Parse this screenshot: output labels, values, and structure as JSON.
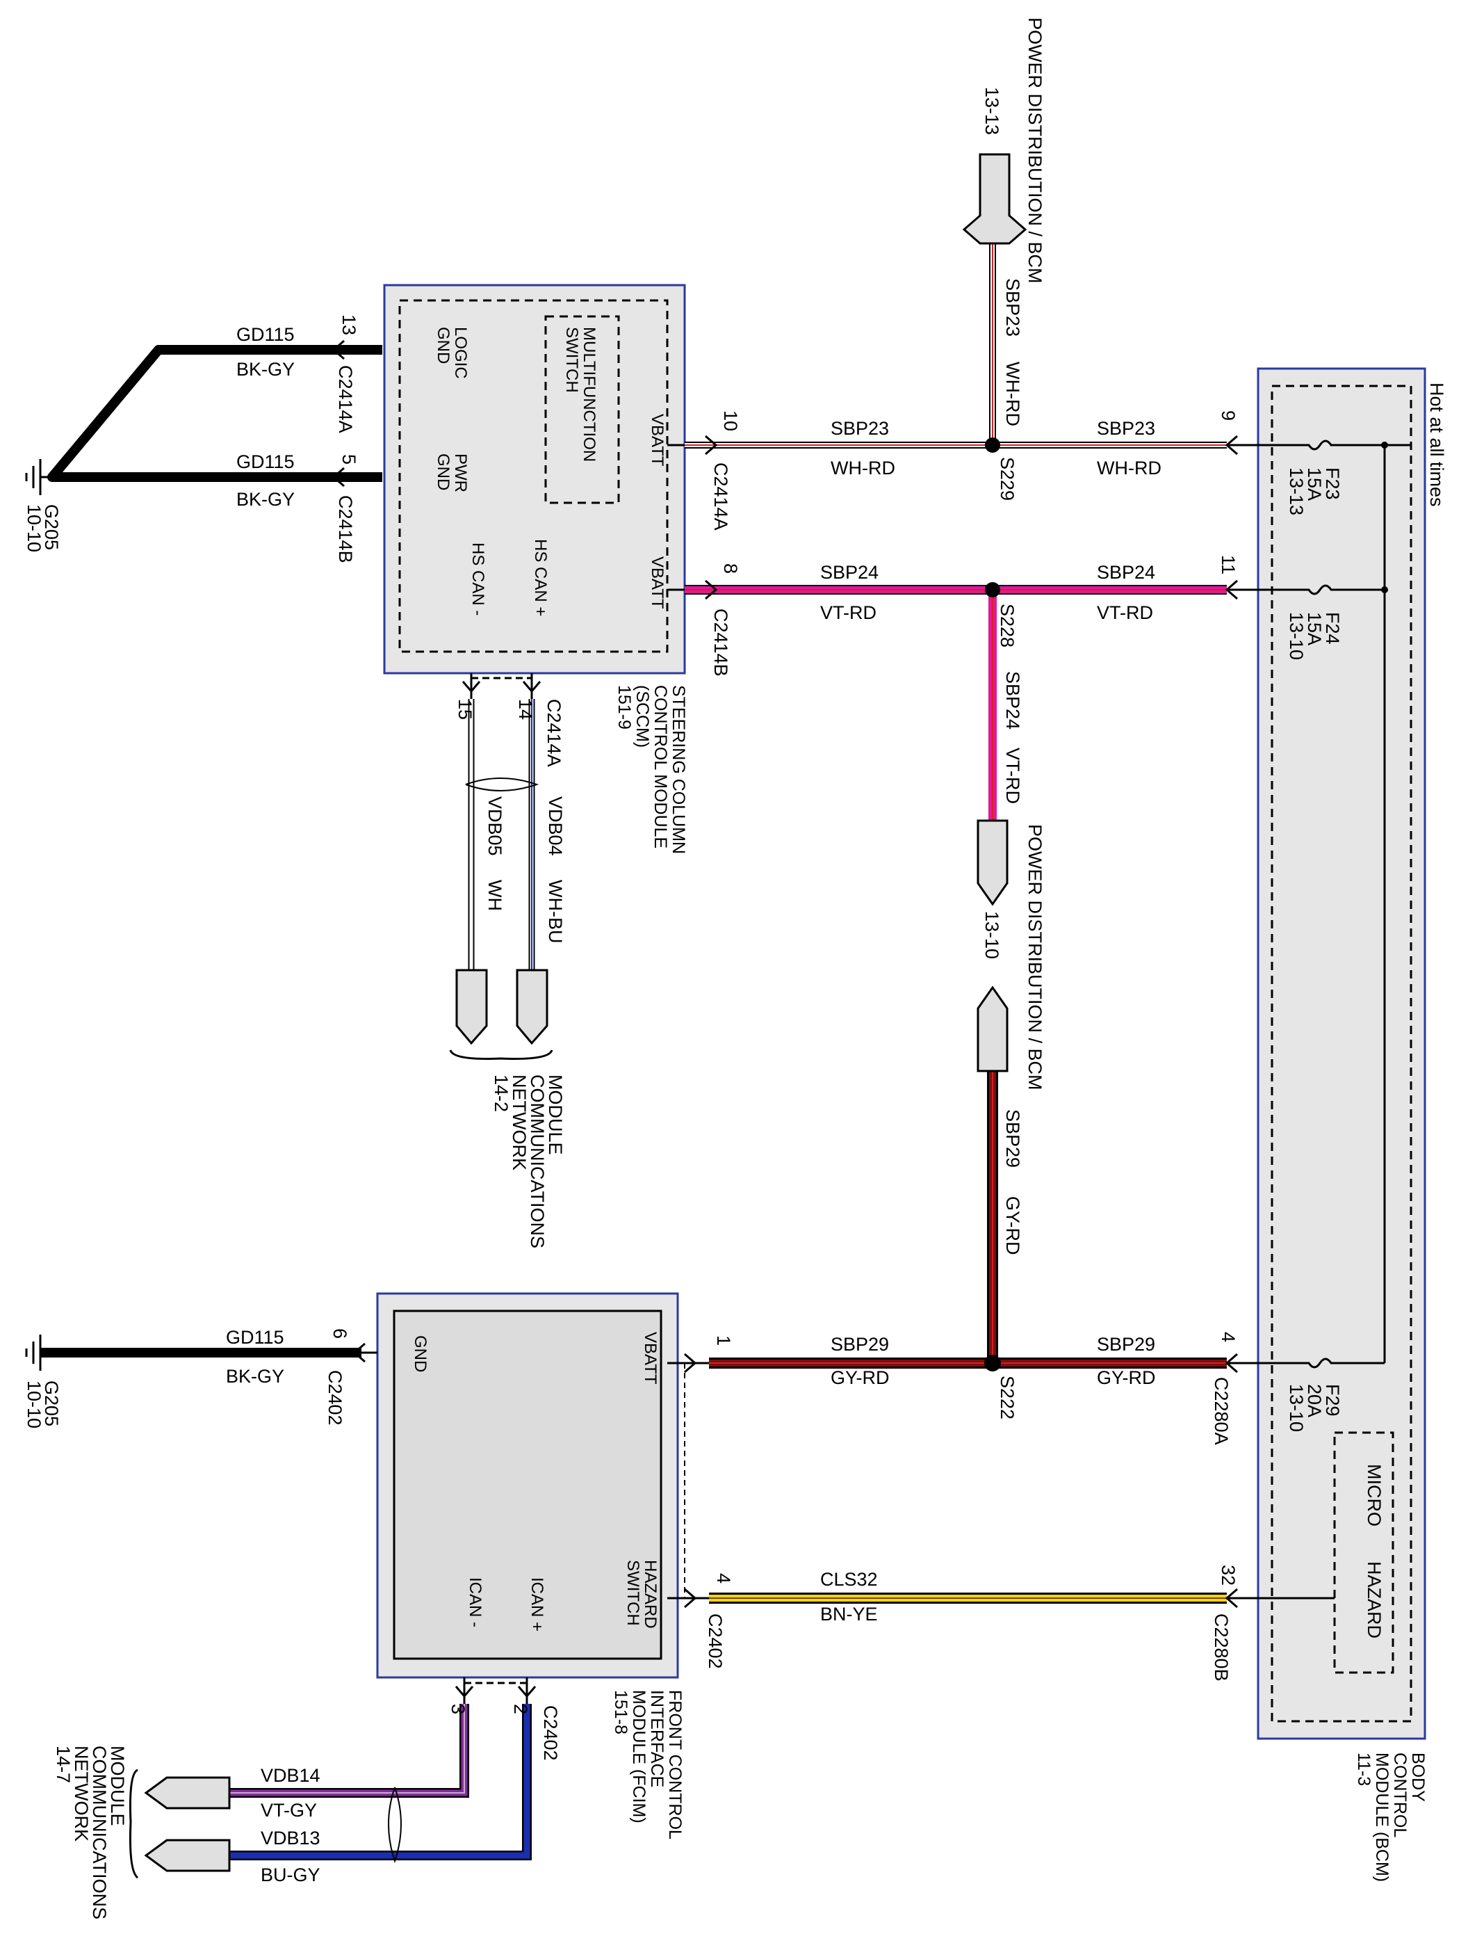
{
  "body_control_module": {
    "name_lines": [
      "BODY",
      "CONTROL",
      "MODULE (BCM)",
      "11-3"
    ],
    "hot_label": "Hot at all times",
    "fuses": [
      {
        "id": "F23",
        "rating": "15A",
        "ref": "13-13"
      },
      {
        "id": "F24",
        "rating": "15A",
        "ref": "13-10"
      },
      {
        "id": "F29",
        "rating": "20A",
        "ref": "13-10"
      }
    ],
    "micro_label": "MICRO",
    "hazard_label": "HAZARD"
  },
  "sccm": {
    "name_lines": [
      "STEERING COLUMN",
      "CONTROL MODULE",
      "(SCCM)",
      "151-9"
    ],
    "multifunction_lines": [
      "MULTIFUNCTION",
      "SWITCH"
    ],
    "logic_gnd_lines": [
      "LOGIC",
      "GND"
    ],
    "pwr_gnd_lines": [
      "PWR",
      "GND"
    ],
    "vbatt_a": "VBATT",
    "vbatt_b": "VBATT",
    "hs_can_plus": "HS CAN +",
    "hs_can_minus": "HS CAN -"
  },
  "fcim": {
    "name_lines": [
      "FRONT CONTROL",
      "INTERFACE",
      "MODULE (FCIM)",
      "151-8"
    ],
    "gnd": "GND",
    "vbatt": "VBATT",
    "hazard_switch_lines": [
      "HAZARD",
      "SWITCH"
    ],
    "ican_plus": "ICAN +",
    "ican_minus": "ICAN -"
  },
  "power_distribution": {
    "label": "POWER DISTRIBUTION / BCM",
    "ref_top": "13-13",
    "ref_mid": "13-10"
  },
  "module_communications": {
    "name_lines": [
      "MODULE",
      "COMMUNICATIONS",
      "NETWORK"
    ],
    "ref_top": "14-2",
    "ref_bottom": "14-7"
  },
  "grounds": [
    {
      "id": "G205",
      "ref": "10-10"
    },
    {
      "id": "G205",
      "ref": "10-10"
    }
  ],
  "splices": [
    "S229",
    "S228",
    "S222"
  ],
  "connectors": {
    "c2414a": "C2414A",
    "c2414b": "C2414B",
    "c2402": "C2402",
    "c2280a": "C2280A",
    "c2280b": "C2280B"
  },
  "pins": {
    "sccm_13": "13",
    "sccm_5": "5",
    "sccm_10": "10",
    "sccm_8": "8",
    "sccm_14": "14",
    "sccm_15": "15",
    "bcm_9": "9",
    "bcm_11": "11",
    "bcm_4": "4",
    "bcm_32": "32",
    "fcim_6": "6",
    "fcim_1": "1",
    "fcim_4": "4",
    "fcim_2": "2",
    "fcim_3": "3"
  },
  "circuits": {
    "gd115": "GD115",
    "bk_gy": "BK-GY",
    "sbp23": "SBP23",
    "wh_rd": "WH-RD",
    "sbp24": "SBP24",
    "vt_rd": "VT-RD",
    "sbp29": "SBP29",
    "gy_rd": "GY-RD",
    "cls32": "CLS32",
    "bn_ye": "BN-YE",
    "vdb04": "VDB04",
    "wh_bu": "WH-BU",
    "vdb05": "VDB05",
    "wh": "WH",
    "vdb14": "VDB14",
    "vt_gy": "VT-GY",
    "vdb13": "VDB13",
    "bu_gy": "BU-GY"
  },
  "colors": {
    "wire_black": "#000000",
    "wire_magenta": "#e0189a",
    "wire_dark_red": "#7a1010",
    "wire_yellow": "#f2d21a",
    "wire_blue": "#1a2fb0",
    "wire_purple": "#8a2aa0",
    "module_fill": "#e6e6e6",
    "module_border": "#2b3a9e",
    "connector_fill": "#e0e0e0"
  }
}
